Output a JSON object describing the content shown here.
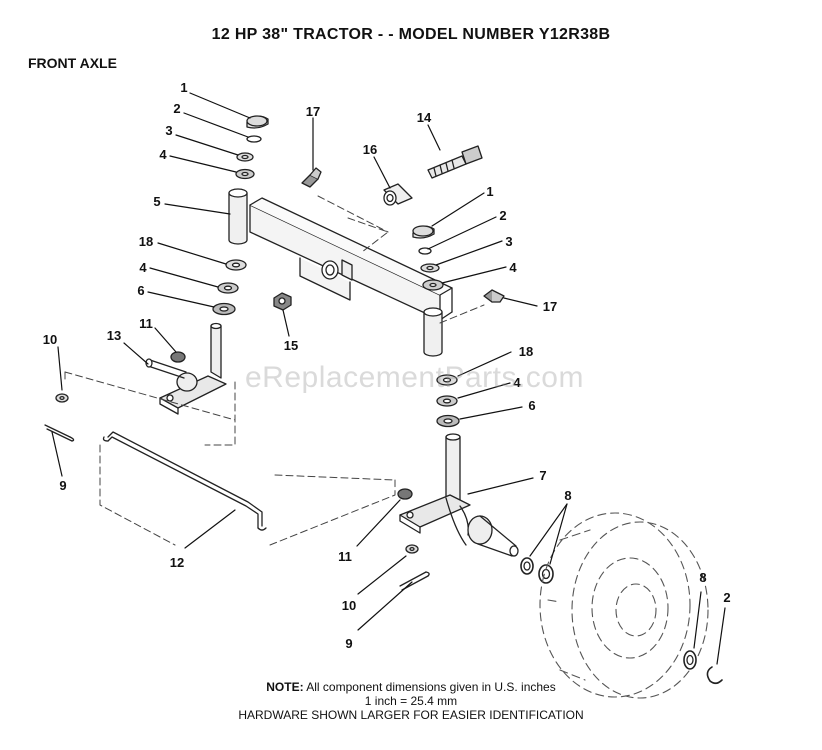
{
  "title": "12 HP 38\" TRACTOR - - MODEL NUMBER Y12R38B",
  "subtitle": "FRONT AXLE",
  "watermark": "eReplacementParts.com",
  "notes": {
    "label": "NOTE:",
    "line1": "All component dimensions given in U.S. inches",
    "line2": "1 inch = 25.4 mm",
    "line3": "HARDWARE SHOWN LARGER FOR EASIER IDENTIFICATION"
  },
  "callouts": [
    {
      "id": "c1a",
      "label": "1"
    },
    {
      "id": "c2a",
      "label": "2"
    },
    {
      "id": "c3a",
      "label": "3"
    },
    {
      "id": "c4a",
      "label": "4"
    },
    {
      "id": "c5",
      "label": "5"
    },
    {
      "id": "c18a",
      "label": "18"
    },
    {
      "id": "c4b",
      "label": "4"
    },
    {
      "id": "c6a",
      "label": "6"
    },
    {
      "id": "c17a",
      "label": "17"
    },
    {
      "id": "c16",
      "label": "16"
    },
    {
      "id": "c14",
      "label": "14"
    },
    {
      "id": "c1b",
      "label": "1"
    },
    {
      "id": "c2b",
      "label": "2"
    },
    {
      "id": "c3b",
      "label": "3"
    },
    {
      "id": "c4c",
      "label": "4"
    },
    {
      "id": "c17b",
      "label": "17"
    },
    {
      "id": "c15",
      "label": "15"
    },
    {
      "id": "c10a",
      "label": "10"
    },
    {
      "id": "c13",
      "label": "13"
    },
    {
      "id": "c11a",
      "label": "11"
    },
    {
      "id": "c9a",
      "label": "9"
    },
    {
      "id": "c18b",
      "label": "18"
    },
    {
      "id": "c4d",
      "label": "4"
    },
    {
      "id": "c6b",
      "label": "6"
    },
    {
      "id": "c7",
      "label": "7"
    },
    {
      "id": "c8a",
      "label": "8"
    },
    {
      "id": "c12",
      "label": "12"
    },
    {
      "id": "c11b",
      "label": "11"
    },
    {
      "id": "c10b",
      "label": "10"
    },
    {
      "id": "c9b",
      "label": "9"
    },
    {
      "id": "c8b",
      "label": "8"
    },
    {
      "id": "c2c",
      "label": "2"
    }
  ]
}
